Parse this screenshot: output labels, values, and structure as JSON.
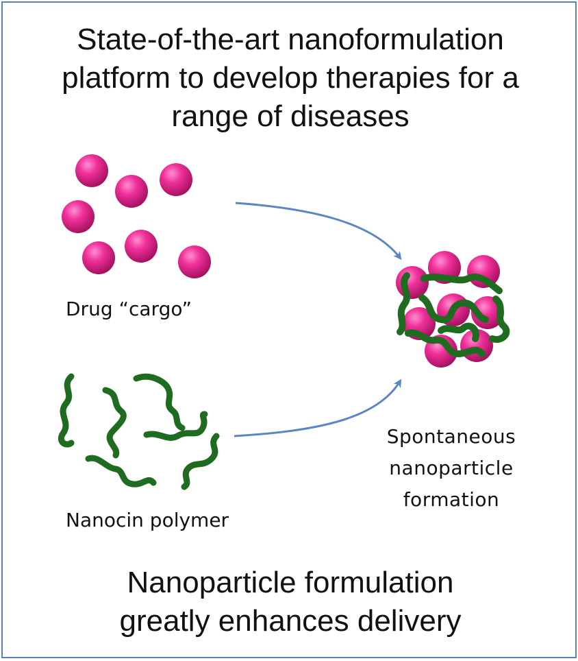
{
  "title": {
    "line1": "State-of-the-art nanoformulation",
    "line2": "platform to develop therapies for a",
    "line3": "range of diseases"
  },
  "labels": {
    "drug_cargo": "Drug “cargo”",
    "polymer": "Nanocin polymer",
    "formation_line1": "Spontaneous",
    "formation_line2": "nanoparticle",
    "formation_line3": "formation"
  },
  "caption": {
    "line1": "Nanoparticle formulation",
    "line2": "greatly enhances delivery"
  },
  "colors": {
    "border": "#5b7fb5",
    "drug_particle": "#e0208a",
    "polymer": "#1f6b1f",
    "arrow": "#5b86c4"
  }
}
